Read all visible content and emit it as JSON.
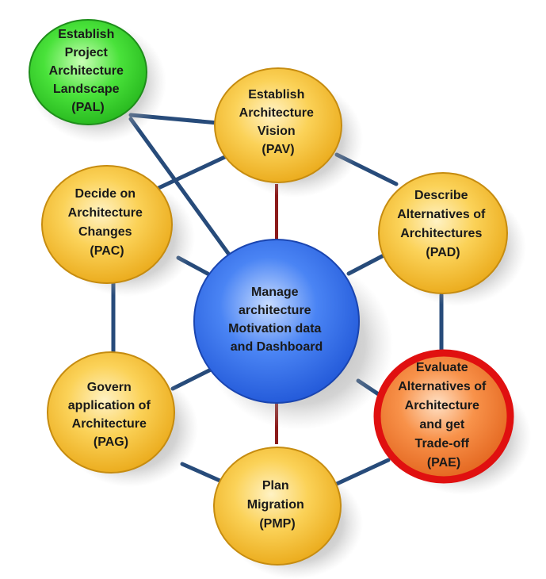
{
  "colors": {
    "connector": "#274b7a",
    "connector_red": "#9b1b1b",
    "yellow": "#f8c53a",
    "green": "#35d62f",
    "blue": "#3a76f0",
    "orange": "#f5823c",
    "highlight_ring": "#e01010"
  },
  "nodes": {
    "pal": {
      "lines": [
        "Establish",
        "Project",
        "Architecture",
        "Landscape",
        "(PAL)"
      ]
    },
    "pav": {
      "lines": [
        "Establish",
        "Architecture",
        "Vision",
        "(PAV)"
      ]
    },
    "pac": {
      "lines": [
        "Decide on",
        "Architecture",
        "Changes",
        "(PAC)"
      ]
    },
    "pad": {
      "lines": [
        "Describe",
        "Alternatives of",
        "Architectures",
        "(PAD)"
      ]
    },
    "center": {
      "lines": [
        "Manage",
        "architecture",
        "Motivation data",
        "and Dashboard"
      ]
    },
    "pag": {
      "lines": [
        "Govern",
        "application of",
        "Architecture",
        "(PAG)"
      ]
    },
    "pae": {
      "lines": [
        "Evaluate",
        "Alternatives of",
        "Architecture",
        "and get",
        "Trade-off",
        "(PAE)"
      ]
    },
    "pmp": {
      "lines": [
        "Plan",
        "Migration",
        "(PMP)"
      ]
    }
  }
}
